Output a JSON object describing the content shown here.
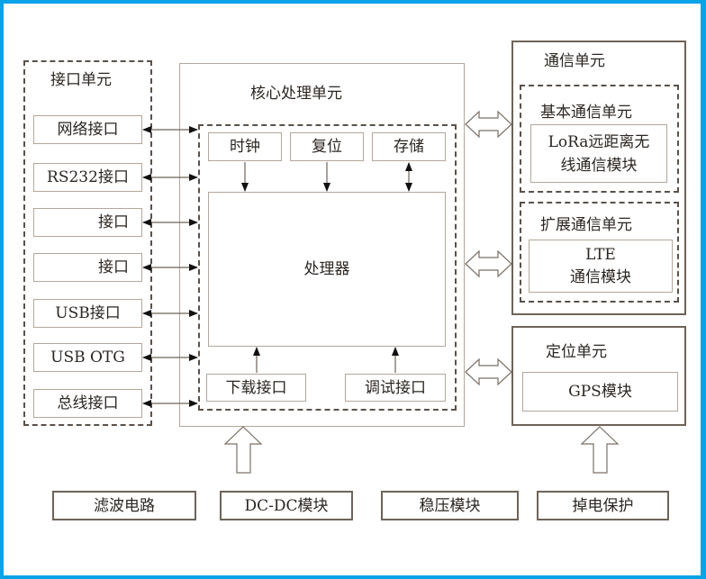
{
  "interface_unit": {
    "title": "接口单元",
    "items": [
      "网络接口",
      "RS232接口",
      "接口",
      "接口",
      "USB接口",
      "USB OTG",
      "总线接口"
    ]
  },
  "core_unit": {
    "title": "核心处理单元",
    "clock": "时钟",
    "reset": "复位",
    "storage": "存储",
    "processor": "处理器",
    "download_port": "下载接口",
    "debug_port": "调试接口"
  },
  "comm_unit": {
    "title": "通信单元",
    "basic": {
      "title": "基本通信单元",
      "module_line1": "LoRa远距离无",
      "module_line2": "线通信模块"
    },
    "extended": {
      "title": "扩展通信单元",
      "module_line1": "LTE",
      "module_line2": "通信模块"
    }
  },
  "positioning_unit": {
    "title": "定位单元",
    "module": "GPS模块"
  },
  "power_blocks": [
    "滤波电路",
    "DC-DC模块",
    "稳压模块",
    "掉电保护"
  ],
  "colors": {
    "frame": "#0aa3e8",
    "line": "#b3a79a",
    "dark_line": "#6e6358",
    "text": "#2b2622"
  }
}
